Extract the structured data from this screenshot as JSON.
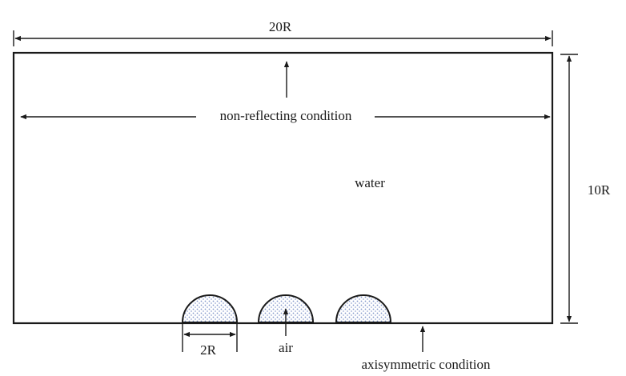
{
  "labels": {
    "width_dim": "20R",
    "height_dim": "10R",
    "top_boundary": "non-reflecting condition",
    "fluid": "water",
    "bubble_dim": "2R",
    "bubble_material": "air",
    "bottom_boundary": "axisymmetric condition"
  },
  "colors": {
    "line": "#1a1a1a",
    "bubble_dots": "#7f95c8"
  }
}
